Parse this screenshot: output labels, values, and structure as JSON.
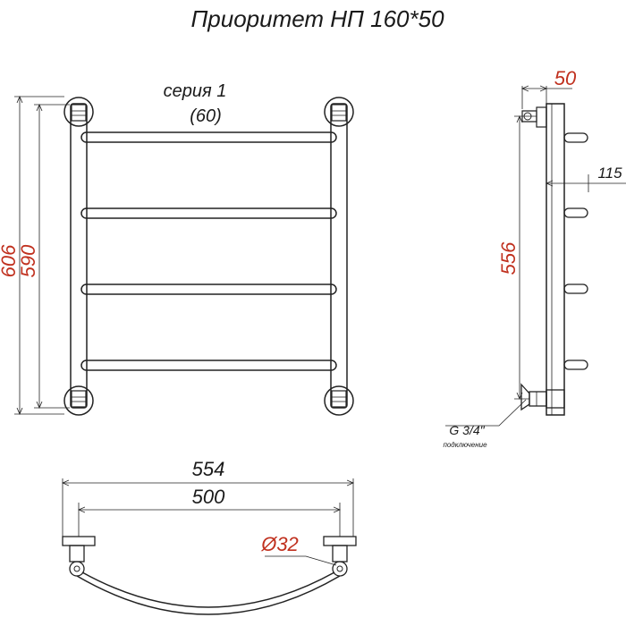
{
  "title": "Приоритет НП 160*50",
  "front_view": {
    "series_label": "серия 1",
    "series_value": "(60)",
    "height_outer": "606",
    "height_inner": "590"
  },
  "side_view": {
    "depth_top": "50",
    "depth_right": "115",
    "height_connections": "556",
    "thread_label": "G 3/4\"",
    "connection_label": "подключение"
  },
  "top_view": {
    "width_outer": "554",
    "width_inner": "500",
    "pipe_diameter": "Ø32"
  },
  "colors": {
    "line": "#222222",
    "dimension_red": "#c0301e"
  }
}
